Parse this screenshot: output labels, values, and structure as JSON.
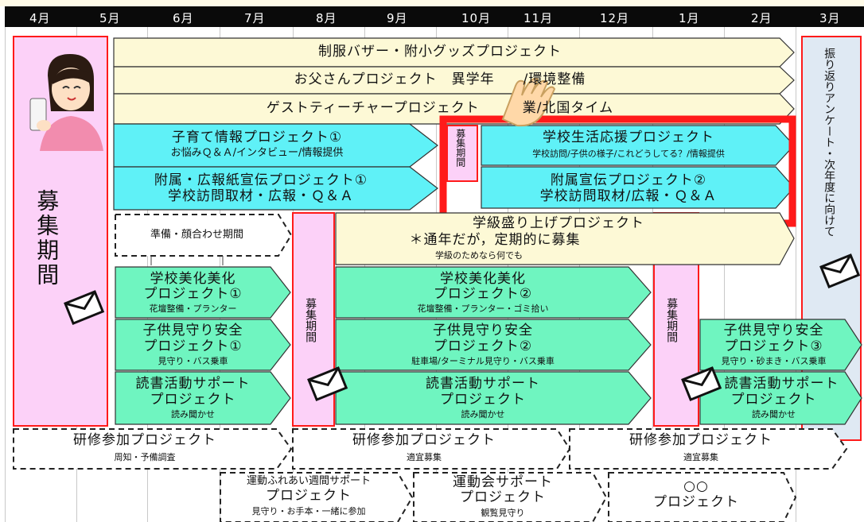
{
  "months": [
    "4月",
    "5月",
    "6月",
    "7月",
    "8月",
    "9月",
    "10月",
    "11月",
    "12月",
    "1月",
    "2月",
    "3月"
  ],
  "recruit_periods": {
    "main": "募集期間",
    "short": "募集期間"
  },
  "review": "振り返りアンケート・次年度に向けて",
  "rows": {
    "uniform": "制服バザー・附小グッズプロジェクト",
    "father": "お父さんプロジェクト　異学年　　/環境整備",
    "guest": "ゲストティーチャープロジェクト　　　業/北国タイム",
    "childcare_title": "子育て情報プロジェクト①",
    "childcare_sub": "お悩みＱ＆Ａ/インタビュー/情報提供",
    "pr1_title": "附属・広報紙宣伝プロジェクト①",
    "pr1_sub": "学校訪問取材・広報・Ｑ＆Ａ",
    "school_title": "学校生活応援プロジェクト",
    "school_sub": "学校訪問/子供の様子/これどうしてる？/情報提供",
    "pr2_title": "附属宣伝プロジェクト②",
    "pr2_sub": "学校訪問取材/広報・Ｑ＆Ａ",
    "prep": "準備・顔合わせ期間",
    "class_title": "学級盛り上げプロジェクト",
    "class_line2": "＊通年だが，定期的に募集",
    "class_sub": "学級のためなら何でも",
    "beauty1_title1": "学校美化美化",
    "beauty1_title2": "プロジェクト①",
    "beauty1_sub": "花壇整備・プランター",
    "beauty2_title1": "学校美化美化",
    "beauty2_title2": "プロジェクト②",
    "beauty2_sub": "花壇整備・プランター・ゴミ拾い",
    "watch1_title1": "子供見守り安全",
    "watch1_title2": "プロジェクト①",
    "watch1_sub": "見守り・バス乗車",
    "watch2_title1": "子供見守り安全",
    "watch2_title2": "プロジェクト②",
    "watch2_sub": "駐車場/ターミナル見守り・バス乗車",
    "watch3_title1": "子供見守り安全",
    "watch3_title2": "プロジェクト③",
    "watch3_sub": "見守り・砂まき・バス乗車",
    "read1_title1": "読書活動サポート",
    "read1_title2": "プロジェクト",
    "read1_sub": "読み聞かせ",
    "read2_title1": "読書活動サポート",
    "read2_title2": "プロジェクト",
    "read2_sub": "読み聞かせ",
    "read3_title1": "読書活動サポート",
    "read3_title2": "プロジェクト",
    "read3_sub": "読み聞かせ",
    "training_title": "研修参加プロジェクト",
    "training1_sub": "周知・予備調査",
    "training2_sub": "適宜募集",
    "training3_sub": "適宜募集",
    "sports_week_title1": "運動ふれあい週間サポート",
    "sports_week_title2": "プロジェクト",
    "sports_week_sub": "見守り・お手本・一緒に参加",
    "sports_day_title1": "運動会サポート",
    "sports_day_title2": "プロジェクト",
    "sports_day_sub": "観覧見守り",
    "oo_title1": "○○",
    "oo_title2": "プロジェクト"
  },
  "icons": [
    "envelope-icon",
    "pointing-hand-icon",
    "woman-with-phone-illustration"
  ],
  "colors": {
    "yellow": "#fdf9d6",
    "cyan": "#5ff1f7",
    "green": "#6ff5c0",
    "pink": "#fcd1f8",
    "blue_grey": "#dfe9f3",
    "red": "#ff1a1a"
  }
}
